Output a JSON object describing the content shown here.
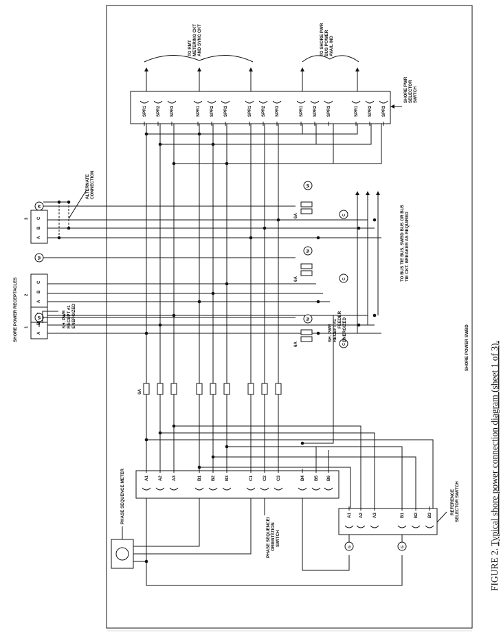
{
  "caption": {
    "prefix": "FIGURE 2.  ",
    "text": "Typical shore power connection diagram (sheet 1 of 3)."
  },
  "receptacles": {
    "title": "SHORE POWER RECEPTACLES",
    "items": [
      {
        "number": "1",
        "pins": [
          "A",
          "B",
          "C"
        ]
      },
      {
        "number": "2",
        "pins": [
          "A",
          "B",
          "C"
        ]
      },
      {
        "number": "3",
        "pins": [
          "A",
          "B",
          "C"
        ]
      }
    ],
    "w_label": "W"
  },
  "labels": {
    "alternate_connection": [
      "ALTERNATE",
      "CONNECTION"
    ],
    "sh_pwr_recept": [
      "SH. PWR",
      "RECEPT #1",
      "ENERGIZED"
    ],
    "feeder": [
      "SH. PWR",
      "RECEPT #1",
      "FEEDER",
      "ENERGIZED"
    ],
    "to_rmt": [
      "TO RMT",
      "METERING CKT",
      "AND SYNC CKT"
    ],
    "to_shore": [
      "TO SHORE PWR",
      "BUS POWER",
      "AVAIL IND"
    ],
    "selector_switch": [
      "SHORE PWR",
      "SELECTOR",
      "SWITCH"
    ],
    "to_bus_tie": [
      "TO BUS TIE BUS, SWBD BUS OR BUS",
      "TIE CKT. BREAKER AS REQUIRED"
    ],
    "shore_power_swbd": "SHORE POWER SWBD",
    "phase_sequence_meter": "PHASE SEQUENCE METER",
    "phase_sequence_switch": [
      "PHASE SEQUENCE/",
      "ORIENTATION",
      "SWITCH"
    ],
    "reference_selector": [
      "REFERENCE",
      "SELECTOR SWITCH"
    ],
    "fuse_6a": "6A",
    "c_label": "C",
    "g_label": "G"
  },
  "selector_contacts": [
    "SPR1",
    "SPR2",
    "SPR3",
    "SPR1",
    "SPR2",
    "SPR3",
    "SPR1",
    "SPR2",
    "SPR3",
    "SPR1",
    "SPR2",
    "SPR3",
    "SPR1",
    "SPR2",
    "SPR3"
  ],
  "phase_switch_contacts": [
    "A1",
    "A2",
    "A3",
    "B1",
    "B2",
    "B3",
    "C1",
    "C2",
    "C3",
    "B4",
    "B5",
    "B6"
  ],
  "reference_contacts": [
    "A1",
    "A2",
    "A3",
    "B1",
    "B2",
    "B3"
  ]
}
